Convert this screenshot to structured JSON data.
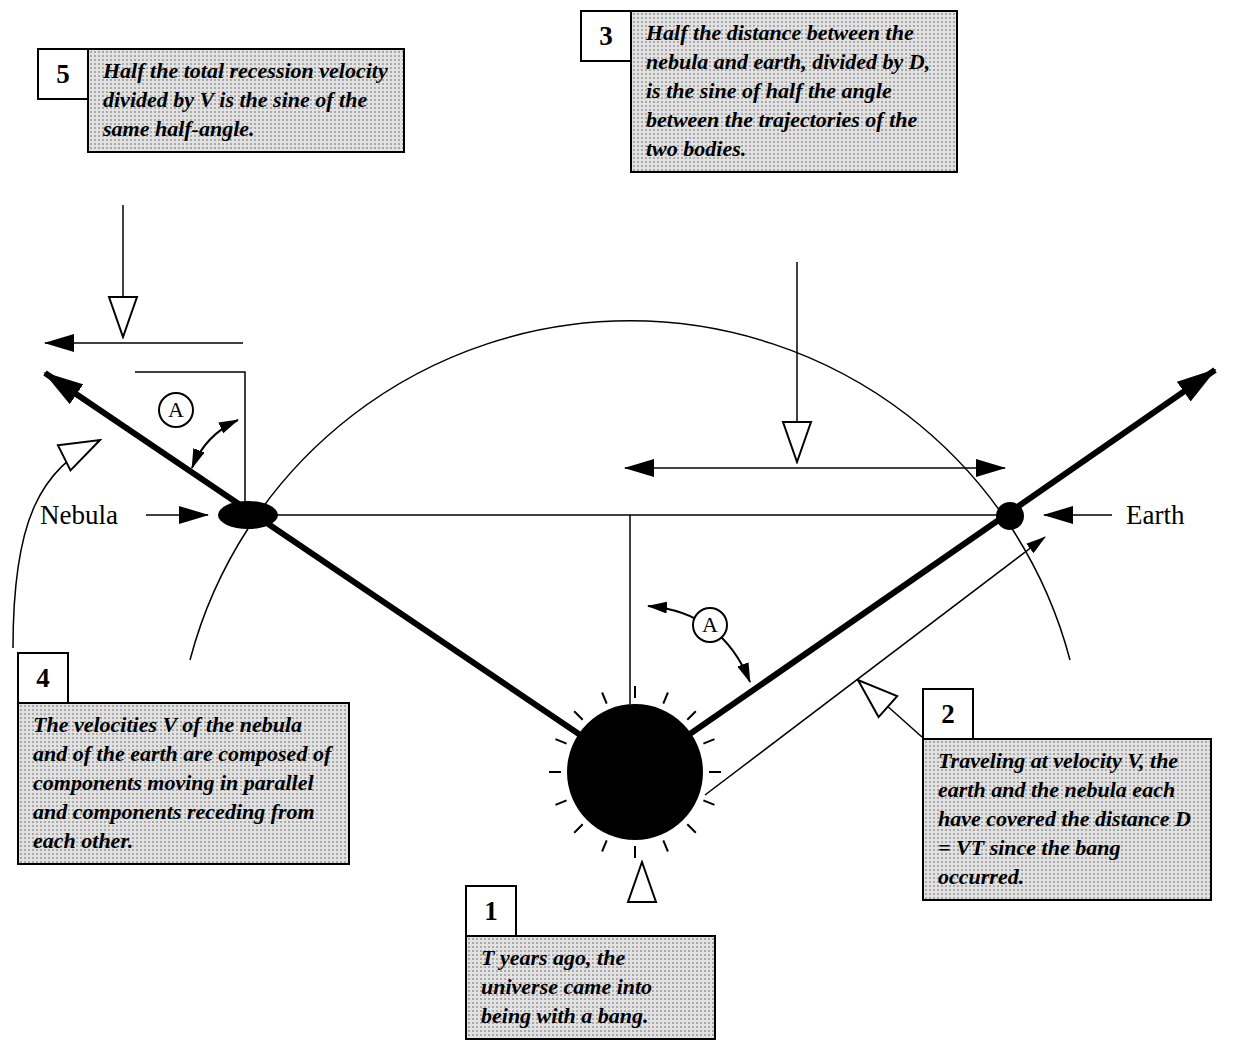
{
  "diagram": {
    "nodes": [
      {
        "text": [
          "5",
          "Half the total recession velocity divided by V is the sine of the same half-angle."
        ]
      },
      {
        "text": [
          "3",
          "Half the distance between the nebula and earth, divided by D, is the sine of half the angle between the trajectories of the two bodies."
        ]
      },
      {
        "text": [
          "A"
        ]
      },
      {
        "text": [
          "A"
        ]
      },
      {
        "text": [
          "4",
          "The velocities V of the nebula and of the earth are composed of components moving in parallel and components receding from each other."
        ]
      },
      {
        "text": [
          "2",
          "Traveling at velocity V, the earth and the nebula each have covered the distance D = VT since the bang occurred."
        ]
      },
      {
        "text": [
          "1",
          "T years ago, the universe came into being with a bang."
        ]
      }
    ],
    "labels": [
      "Nebula",
      "Earth"
    ]
  }
}
